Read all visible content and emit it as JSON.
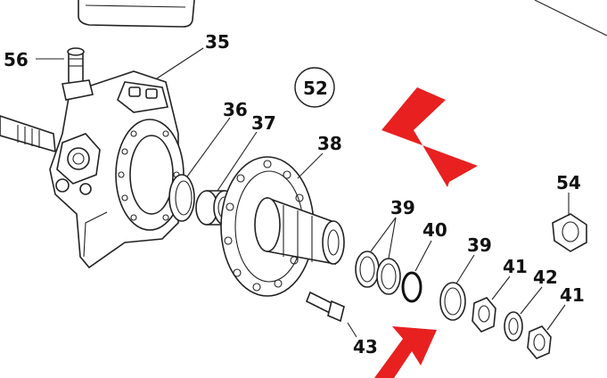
{
  "diagram": {
    "callouts": [
      {
        "id": "c56",
        "text": "56"
      },
      {
        "id": "c35",
        "text": "35"
      },
      {
        "id": "c52",
        "text": "52"
      },
      {
        "id": "c36",
        "text": "36"
      },
      {
        "id": "c37",
        "text": "37"
      },
      {
        "id": "c38",
        "text": "38"
      },
      {
        "id": "c39a",
        "text": "39"
      },
      {
        "id": "c40",
        "text": "40"
      },
      {
        "id": "c39b",
        "text": "39"
      },
      {
        "id": "c54",
        "text": "54"
      },
      {
        "id": "c41a",
        "text": "41"
      },
      {
        "id": "c42",
        "text": "42"
      },
      {
        "id": "c41b",
        "text": "41"
      },
      {
        "id": "c43",
        "text": "43"
      }
    ],
    "colors": {
      "ink": "#222222",
      "arrow": "#e82020",
      "paper": "#ffffff"
    }
  }
}
